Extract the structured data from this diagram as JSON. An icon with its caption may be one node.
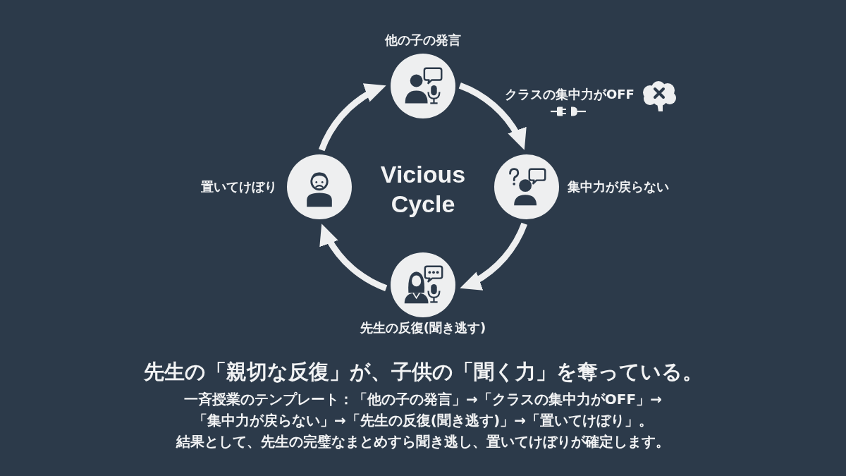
{
  "diagram": {
    "title": "先生の「親切な反復」が、子供の「聞く力」を奪っている。",
    "caption": "一斉授業のテンプレート：「他の子の発言」→「クラスの集中力がOFF」→「集中力が戻らない」→「先生の反復(聞き逃す)」→「置いてけぼり」。",
    "nodes": [
      {
        "text": [
          "他の子の発言"
        ]
      },
      {
        "text": [
          "集中力が戻らない"
        ]
      },
      {
        "text": [
          "先生の反復(聞き逃す)"
        ]
      },
      {
        "text": [
          "置いてけぼり"
        ]
      }
    ],
    "edges": [
      {
        "from": 0,
        "to": 1,
        "arrow": "to"
      },
      {
        "from": 1,
        "to": 2,
        "arrow": "to"
      },
      {
        "from": 2,
        "to": 3,
        "arrow": "to"
      },
      {
        "from": 3,
        "to": 0,
        "arrow": "to"
      }
    ],
    "labels": [
      "クラスの集中力がOFF",
      "Vicious Cycle",
      "結果として、先生の完璧なまとめすら聞き逃し、置いてけぼりが確定します。"
    ]
  }
}
